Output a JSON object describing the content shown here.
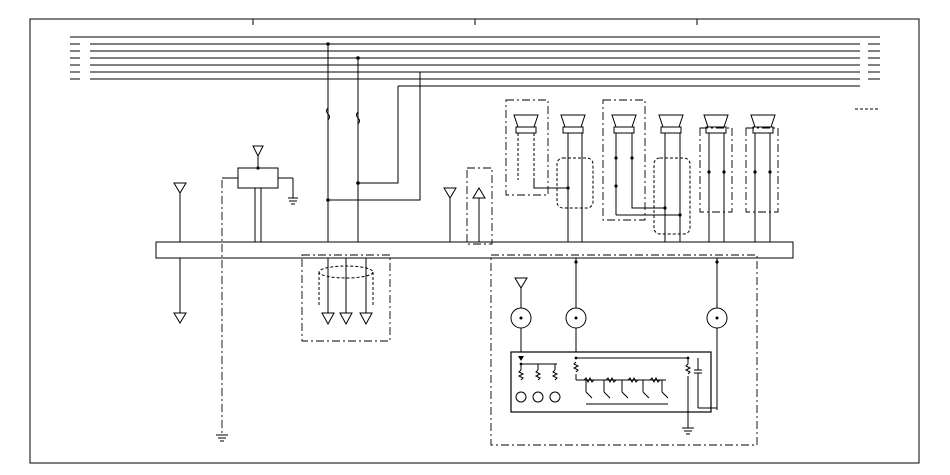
{
  "diagram": {
    "description_visible_text": [],
    "components": {
      "horizontal_bus": "main-bus",
      "harness_lines": 7,
      "connector_modules": 6
    }
  }
}
